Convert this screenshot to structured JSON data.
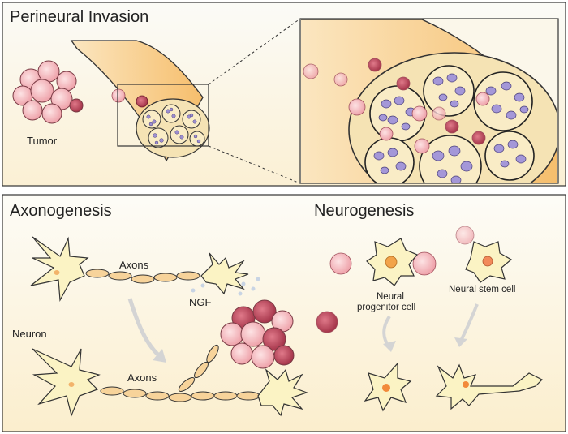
{
  "top_panel": {
    "title": "Perineural Invasion",
    "tumor_label": "Tumor"
  },
  "bottom_panel": {
    "left_title": "Axonogenesis",
    "right_title": "Neurogenesis",
    "axons_label_top": "Axons",
    "axons_label_bottom": "Axons",
    "ngf_label": "NGF",
    "neuron_label": "Neuron",
    "progenitor_label_line1": "Neural",
    "progenitor_label_line2": "progenitor cell",
    "stem_label": "Neural stem cell"
  },
  "colors": {
    "nerve": "#f7c57a",
    "fascicle": "#f5e3b4",
    "axon_dot": "#9d8fd0",
    "tumor_cell": "#f2a7ad",
    "tumor_dark": "#b23a4e",
    "neuron": "#fbf3c4"
  }
}
